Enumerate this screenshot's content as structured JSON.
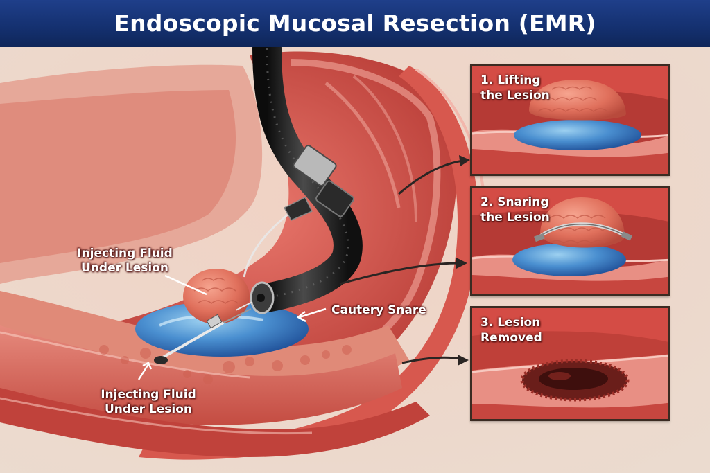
{
  "title": "Endoscopic Mucosal Resection (EMR)",
  "labels": {
    "inject_upper": [
      "Injecting Fluid",
      "Under Lesion"
    ],
    "inject_lower": [
      "Injecting Fluid",
      "Under Lesion"
    ],
    "cautery": "Cautery Snare"
  },
  "panels": [
    {
      "lines": [
        "1. Lifting",
        "the Lesion"
      ]
    },
    {
      "lines": [
        "2. Snaring",
        "the Lesion"
      ]
    },
    {
      "lines": [
        "3. Lesion",
        "Removed"
      ]
    }
  ],
  "colors": {
    "banner": "#1a3a80",
    "tissue": "#d9675d",
    "fluid": "#3f84c8",
    "lesion": "#e2745f",
    "scope": "#1e1e1e"
  }
}
